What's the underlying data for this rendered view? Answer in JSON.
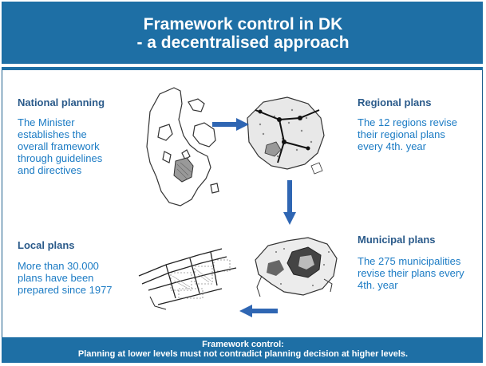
{
  "title": {
    "line1": "Framework control in DK",
    "line2": "- a decentralised approach"
  },
  "panels": {
    "national": {
      "heading": "National planning",
      "lines": [
        "The Minister",
        "establishes the",
        "overall framework",
        "through guidelines",
        "and directives"
      ]
    },
    "regional": {
      "heading": "Regional plans",
      "lines": [
        "The 12 regions revise",
        "their regional plans",
        "every 4th. year"
      ]
    },
    "local": {
      "heading": "Local plans",
      "lines": [
        "More than 30.000",
        "plans have been",
        "prepared since 1977"
      ]
    },
    "municipal": {
      "heading": "Municipal plans",
      "lines": [
        "The 275 municipalities",
        "revise their plans every",
        "4th. year"
      ]
    }
  },
  "footer": {
    "line1": "Framework control:",
    "line2": "Planning at lower levels must not contradict planning decision at higher levels."
  },
  "colors": {
    "header_bg": "#1e6fa5",
    "heading": "#2a5a8a",
    "body_text": "#1b7bc4",
    "arrow": "#2f66b3"
  },
  "images": {
    "national": "map-of-denmark",
    "regional": "regional-plan-map",
    "municipal": "municipal-plan-map",
    "local": "local-plan-street-map"
  }
}
